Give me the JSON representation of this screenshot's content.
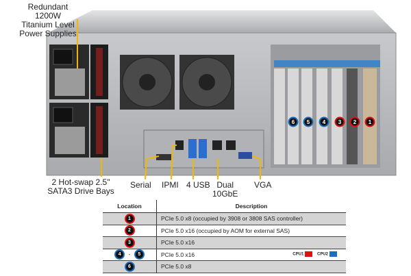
{
  "callouts": {
    "psu": "Redundant 1200W Titanium Level Power Supplies",
    "psu_lines": [
      "Redundant  1200W",
      "Titanium  Level",
      "Power Supplies"
    ],
    "drive_bays_lines": [
      "2 Hot-swap 2.5\"",
      "SATA3 Drive Bays"
    ],
    "serial": "Serial",
    "ipmi": "IPMI",
    "usb": "4 USB",
    "lan_lines": [
      "Dual",
      "10GbE"
    ],
    "vga": "VGA"
  },
  "slot_badges": [
    {
      "num": "6",
      "cpu": "CPU2"
    },
    {
      "num": "5",
      "cpu": "CPU2"
    },
    {
      "num": "4",
      "cpu": "CPU2"
    },
    {
      "num": "3",
      "cpu": "CPU1"
    },
    {
      "num": "2",
      "cpu": "CPU1"
    },
    {
      "num": "1",
      "cpu": "CPU1"
    }
  ],
  "table": {
    "headers": [
      "Location",
      "Description"
    ],
    "rows": [
      {
        "loc": [
          "1"
        ],
        "desc": "PCIe 5.0 x8 (occupied by 3908 or 3808 SAS controller)",
        "cpu": "CPU1"
      },
      {
        "loc": [
          "2"
        ],
        "desc": "PCIe 5.0 x16 (occupied by AOM for external SAS)",
        "cpu": "CPU1"
      },
      {
        "loc": [
          "3"
        ],
        "desc": "PCIe 5.0 x16",
        "cpu": "CPU1"
      },
      {
        "loc": [
          "4",
          "5"
        ],
        "sep": "-",
        "desc": "PCIe 5.0 x16",
        "cpu": "CPU2"
      },
      {
        "loc": [
          "6"
        ],
        "desc": "PCIe 5.0 x8",
        "cpu": "CPU2"
      }
    ],
    "legend": [
      {
        "label": "CPU1",
        "color": "#e01010"
      },
      {
        "label": "CPU2",
        "color": "#1a6fc0"
      }
    ]
  },
  "colors": {
    "callout": "#f2b705",
    "cpu1": "#e01010",
    "cpu2": "#1a6fc0"
  }
}
